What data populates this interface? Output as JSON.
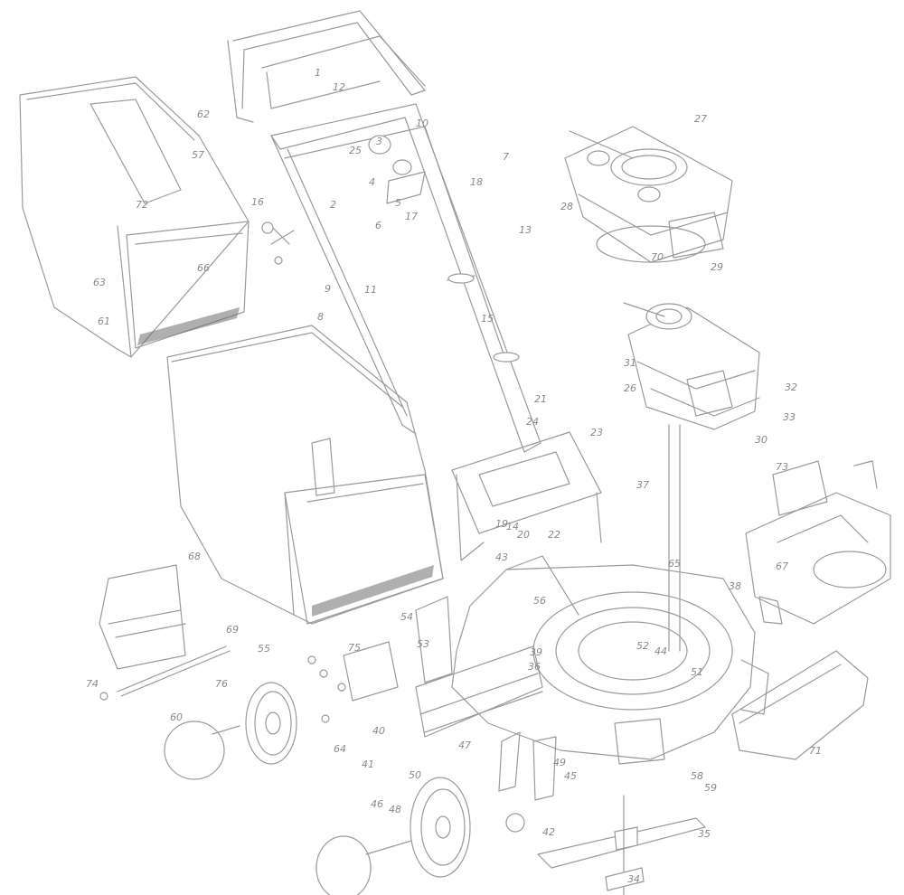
{
  "diagram": {
    "labels": [
      "1",
      "2",
      "3",
      "4",
      "5",
      "6",
      "7",
      "8",
      "9",
      "10",
      "11",
      "12",
      "13",
      "14",
      "15",
      "16",
      "17",
      "18",
      "19",
      "20",
      "21",
      "22",
      "23",
      "24",
      "25",
      "26",
      "27",
      "28",
      "29",
      "30",
      "31",
      "32",
      "33",
      "34",
      "35",
      "36",
      "37",
      "38",
      "39",
      "40",
      "41",
      "42",
      "43",
      "44",
      "45",
      "46",
      "47",
      "48",
      "49",
      "50",
      "51",
      "52",
      "53",
      "54",
      "55",
      "56",
      "57",
      "58",
      "59",
      "60",
      "61",
      "62",
      "63",
      "64",
      "65",
      "66",
      "67",
      "68",
      "69",
      "70",
      "71",
      "72",
      "73",
      "74",
      "75",
      "76"
    ]
  }
}
